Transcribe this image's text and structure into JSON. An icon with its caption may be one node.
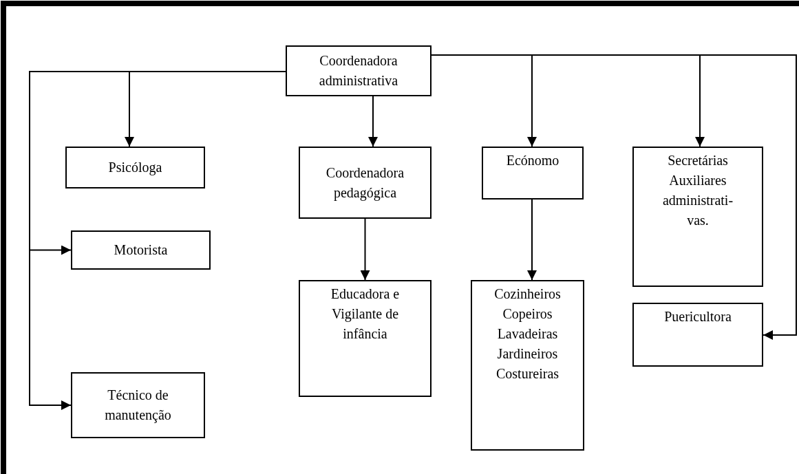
{
  "diagram": {
    "nodes": [
      {
        "text": [
          "Coordenadora administrativa"
        ]
      },
      {
        "text": [
          "Psicóloga"
        ]
      },
      {
        "text": [
          "Coordenadora pedagógica"
        ]
      },
      {
        "text": [
          "Ecónomo"
        ]
      },
      {
        "text": [
          "Secretárias Auxiliares administrati- vas."
        ]
      },
      {
        "text": [
          "Motorista"
        ]
      },
      {
        "text": [
          "Técnico de manutenção"
        ]
      },
      {
        "text": [
          "Educadora e Vigilante de infância"
        ]
      },
      {
        "text": [
          "Cozinheiros Copeiros Lavadeiras Jardineiros Costureiras"
        ]
      },
      {
        "text": [
          "Puericultora"
        ]
      }
    ],
    "edges": [
      {
        "from": 0,
        "to": 1,
        "arrow": "to"
      },
      {
        "from": 0,
        "to": 2,
        "arrow": "to"
      },
      {
        "from": 0,
        "to": 3,
        "arrow": "to"
      },
      {
        "from": 0,
        "to": 4,
        "arrow": "to"
      },
      {
        "from": 0,
        "to": 5,
        "arrow": "to"
      },
      {
        "from": 0,
        "to": 6,
        "arrow": "to"
      },
      {
        "from": 0,
        "to": 9,
        "arrow": "to"
      },
      {
        "from": 2,
        "to": 7,
        "arrow": "to"
      },
      {
        "from": 3,
        "to": 8,
        "arrow": "to"
      }
    ]
  }
}
